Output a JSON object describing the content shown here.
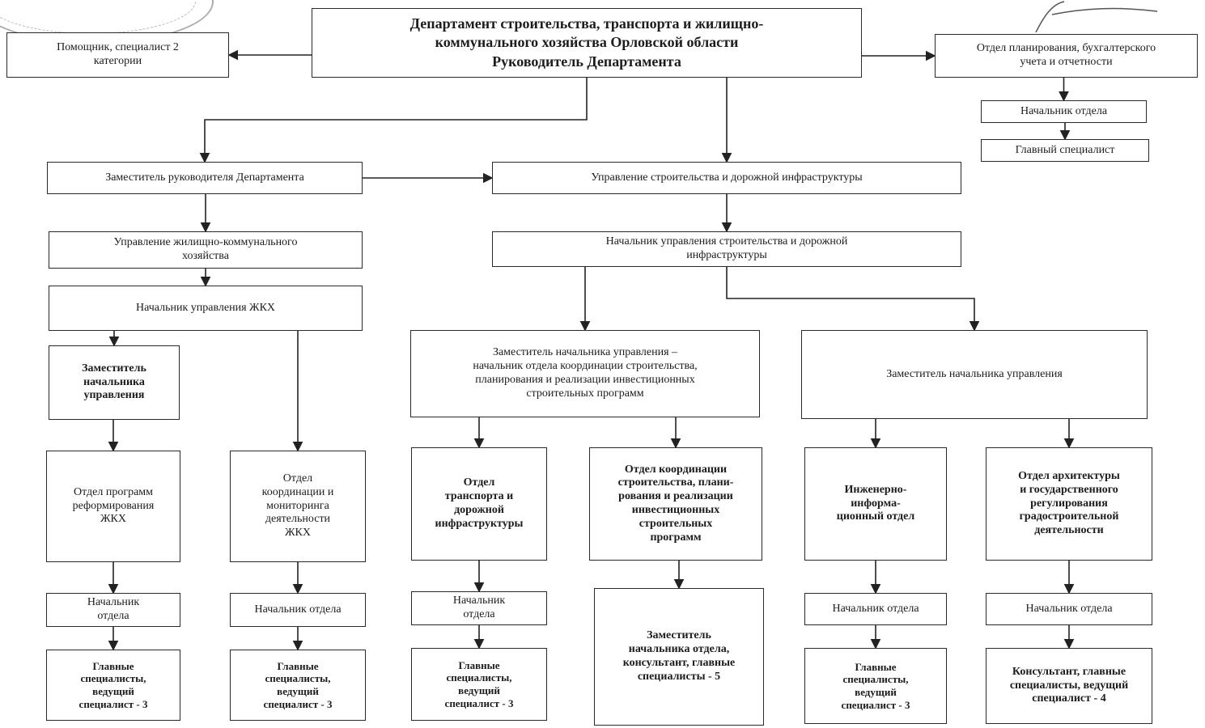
{
  "nodes": [
    {
      "id": "head",
      "text": "Департамент строительства, транспорта и жилищно-\nкоммунального хозяйства Орловской области\nРуководитель Департамента"
    },
    {
      "id": "assistant",
      "text": "Помощник, специалист 2\nкатегории"
    },
    {
      "id": "planning",
      "text": "Отдел планирования, бухгалтерского\nучета и отчетности"
    },
    {
      "id": "planning-chief",
      "text": "Начальник отдела"
    },
    {
      "id": "planning-spec",
      "text": "Главный специалист"
    },
    {
      "id": "deputy-head",
      "text": "Заместитель руководителя Департамента"
    },
    {
      "id": "construction-dept",
      "text": "Управление строительства и дорожной инфраструктуры"
    },
    {
      "id": "housing-dept",
      "text": "Управление жилищно-коммунального\nхозяйства"
    },
    {
      "id": "construction-chief",
      "text": "Начальник управления строительства и дорожной\nинфраструктуры"
    },
    {
      "id": "housing-chief",
      "text": "Начальник управления ЖКХ"
    },
    {
      "id": "housing-deputy",
      "text": "Заместитель\nначальника\nуправления"
    },
    {
      "id": "construction-deputy1",
      "text": "Заместитель начальника управления –\nначальник отдела координации строительства,\nпланирования и реализации инвестиционных\nстроительных программ"
    },
    {
      "id": "construction-deputy2",
      "text": "Заместитель начальника управления"
    },
    {
      "id": "reform-dept",
      "text": "Отдел программ\nреформирования\nЖКХ"
    },
    {
      "id": "coord-housing",
      "text": "Отдел\nкоординации и\nмониторинга\nдеятельности\nЖКХ"
    },
    {
      "id": "transport-dept",
      "text": "Отдел\nтранспорта и\nдорожной\nинфраструктуры"
    },
    {
      "id": "coord-construction",
      "text": "Отдел координации\nстроительства, плани-\nрования и реализации\nинвестиционных\nстроительных\nпрограмм"
    },
    {
      "id": "engineering-dept",
      "text": "Инженерно-\nинформа-\nционный отдел"
    },
    {
      "id": "architecture-dept",
      "text": "Отдел архитектуры\nи государственного\nрегулирования\nградостроительной\nдеятельности"
    },
    {
      "id": "reform-chief",
      "text": "Начальник\nотдела"
    },
    {
      "id": "coord-housing-chief",
      "text": "Начальник отдела"
    },
    {
      "id": "transport-chief",
      "text": "Начальник\nотдела"
    },
    {
      "id": "engineering-chief",
      "text": "Начальник отдела"
    },
    {
      "id": "architecture-chief",
      "text": "Начальник отдела"
    },
    {
      "id": "reform-staff",
      "text": "Главные\nспециалисты,\nведущий\nспециалист - 3"
    },
    {
      "id": "coord-housing-staff",
      "text": "Главные\nспециалисты,\nведущий\nспециалист - 3"
    },
    {
      "id": "transport-staff",
      "text": "Главные\nспециалисты,\nведущий\nспециалист - 3"
    },
    {
      "id": "coord-construction-staff",
      "text": "Заместитель\nначальника отдела,\nконсультант, главные\nспециалисты - 5"
    },
    {
      "id": "engineering-staff",
      "text": "Главные\nспециалисты,\nведущий\nспециалист - 3"
    },
    {
      "id": "architecture-staff",
      "text": "Консультант, главные\nспециалисты, ведущий\nспециалист - 4"
    }
  ],
  "links": [
    {
      "from": "head",
      "to": "assistant"
    },
    {
      "from": "head",
      "to": "planning"
    },
    {
      "from": "planning",
      "to": "planning-chief"
    },
    {
      "from": "planning-chief",
      "to": "planning-spec"
    },
    {
      "from": "head",
      "to": "deputy-head"
    },
    {
      "from": "head",
      "to": "construction-dept"
    },
    {
      "from": "deputy-head",
      "to": "construction-dept"
    },
    {
      "from": "deputy-head",
      "to": "housing-dept"
    },
    {
      "from": "housing-dept",
      "to": "housing-chief"
    },
    {
      "from": "housing-chief",
      "to": "housing-deputy"
    },
    {
      "from": "housing-deputy",
      "to": "reform-dept"
    },
    {
      "from": "housing-chief",
      "to": "coord-housing"
    },
    {
      "from": "construction-dept",
      "to": "construction-chief"
    },
    {
      "from": "construction-chief",
      "to": "construction-deputy1"
    },
    {
      "from": "construction-chief",
      "to": "construction-deputy2"
    },
    {
      "from": "construction-deputy1",
      "to": "transport-dept"
    },
    {
      "from": "construction-deputy1",
      "to": "coord-construction"
    },
    {
      "from": "construction-deputy2",
      "to": "engineering-dept"
    },
    {
      "from": "construction-deputy2",
      "to": "architecture-dept"
    },
    {
      "from": "reform-dept",
      "to": "reform-chief"
    },
    {
      "from": "coord-housing",
      "to": "coord-housing-chief"
    },
    {
      "from": "transport-dept",
      "to": "transport-chief"
    },
    {
      "from": "engineering-dept",
      "to": "engineering-chief"
    },
    {
      "from": "architecture-dept",
      "to": "architecture-chief"
    },
    {
      "from": "reform-chief",
      "to": "reform-staff"
    },
    {
      "from": "coord-housing-chief",
      "to": "coord-housing-staff"
    },
    {
      "from": "transport-chief",
      "to": "transport-staff"
    },
    {
      "from": "coord-construction",
      "to": "coord-construction-staff"
    },
    {
      "from": "engineering-chief",
      "to": "engineering-staff"
    },
    {
      "from": "architecture-chief",
      "to": "architecture-staff"
    }
  ]
}
